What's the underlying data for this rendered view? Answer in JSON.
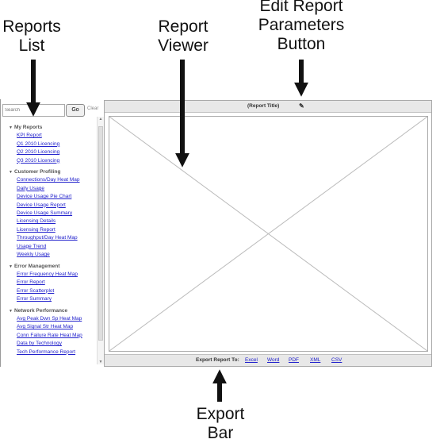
{
  "annotations": {
    "reports_list": [
      "Reports",
      "List"
    ],
    "report_viewer": [
      "Report",
      "Viewer"
    ],
    "edit_button": [
      "Edit Report",
      "Parameters",
      "Button"
    ],
    "export_bar": [
      "Export",
      "Bar"
    ]
  },
  "search": {
    "placeholder": "Search",
    "go_label": "Go",
    "clear_label": "Clear"
  },
  "groups": [
    {
      "title": "My Reports",
      "items": [
        "KPI Report",
        "Q1 2010 Licencing",
        "Q2 2010 Licencing",
        "Q3 2010 Licencing"
      ]
    },
    {
      "title": "Customer Profiling",
      "items": [
        "Connections/Day Heat Map",
        "Daily Usage",
        "Device Usage Pie Chart",
        "Device Usage Report",
        "Device Usage Summary",
        "Licensing Details",
        "Licensing Report",
        "Throughput/Day Heat Map",
        "Usage Trend",
        "Weekly Usage"
      ]
    },
    {
      "title": "Error Management",
      "items": [
        "Error Frequency Heat Map",
        "Error Report",
        "Error Scatterplot",
        "Error Summary"
      ]
    },
    {
      "title": "Network Performance",
      "items": [
        "Avg Peak Dwn Sp Heat Map",
        "Avg Signal Str Heat Map",
        "Conn Failure Rate Heat Map",
        "Data by Technology",
        "Tech Performance Report"
      ]
    }
  ],
  "viewer": {
    "title": "(Report Title)",
    "edit_icon": "pencil-icon"
  },
  "export": {
    "label": "Export Report To:",
    "formats": [
      "Excel",
      "Word",
      "PDF",
      "XML",
      "CSV"
    ]
  }
}
